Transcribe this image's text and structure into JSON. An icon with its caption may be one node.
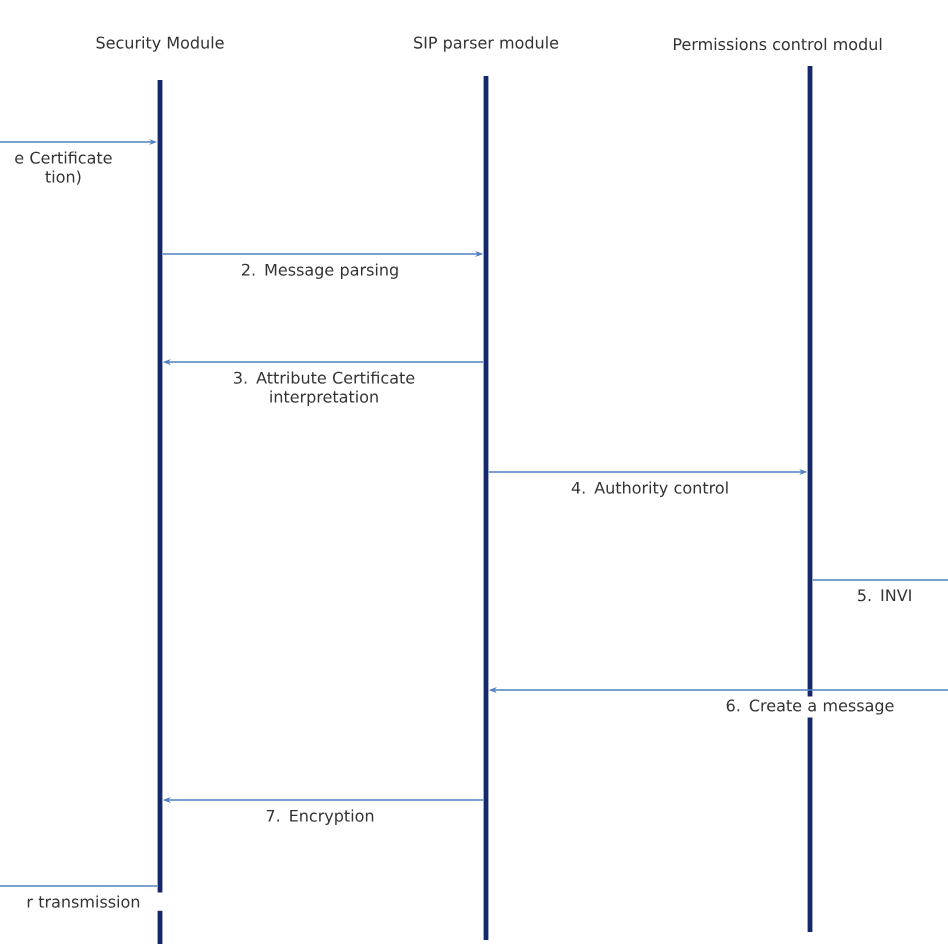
{
  "diagram": {
    "nodes": [
      {
        "text": [
          "Security Module"
        ]
      },
      {
        "text": [
          "SIP parser module"
        ]
      },
      {
        "text": [
          "Permissions control modul"
        ]
      }
    ],
    "edges": [
      {
        "from": null,
        "to": 0,
        "arrow": "to",
        "label": "e Certificate tion)"
      },
      {
        "from": 0,
        "to": 1,
        "arrow": "to",
        "label": "2. Message parsing"
      },
      {
        "from": 1,
        "to": 0,
        "arrow": "to",
        "label": "3. Attribute Certificate interpretation"
      },
      {
        "from": 1,
        "to": 2,
        "arrow": "to",
        "label": "4. Authority control"
      },
      {
        "from": 2,
        "to": null,
        "arrow": "none",
        "label": "5. INVI"
      },
      {
        "from": null,
        "to": 1,
        "arrow": "to",
        "label": "6. Create a message"
      },
      {
        "from": 1,
        "to": 0,
        "arrow": "to",
        "label": "7. Encryption"
      },
      {
        "from": 0,
        "to": null,
        "arrow": "none",
        "label": "r transmission"
      }
    ]
  }
}
